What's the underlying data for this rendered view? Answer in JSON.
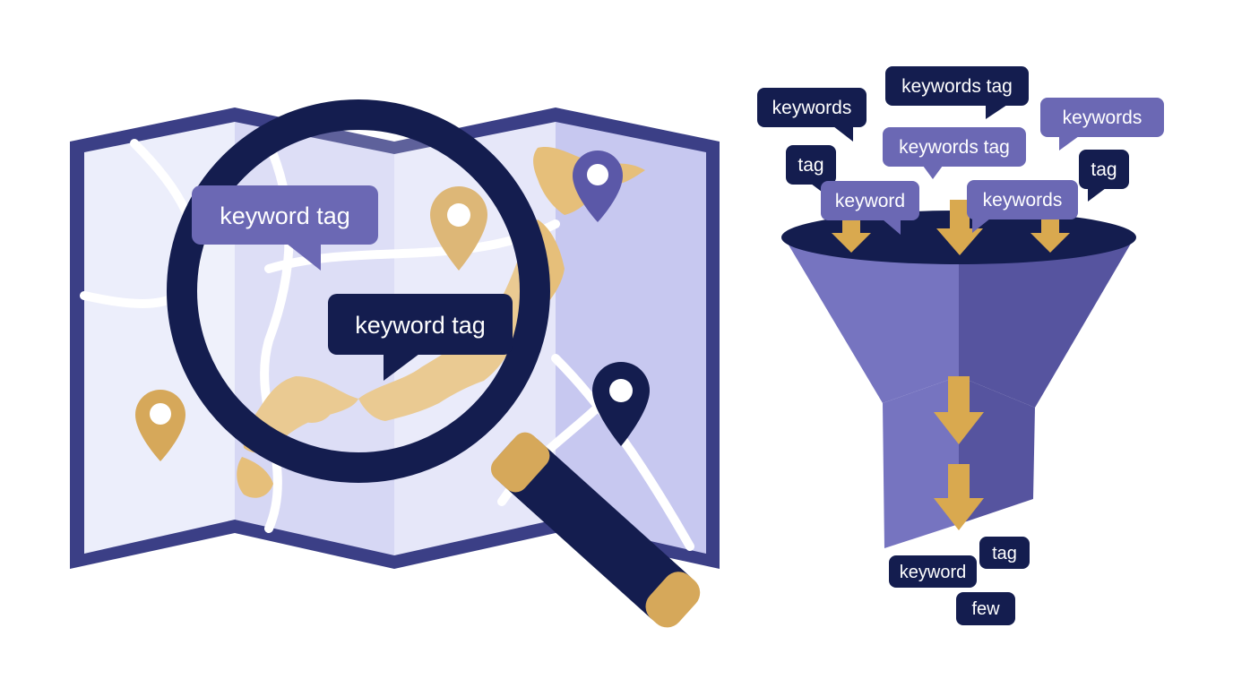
{
  "colors": {
    "navy": "#141d4f",
    "map_border": "#3b3f86",
    "map_panel_light": "#eceefb",
    "map_panel_mid": "#d6d7f4",
    "map_panel_right": "#c7c8f0",
    "land_gold": "#e6bf7a",
    "pin_gold": "#d6a85a",
    "bubble_purple": "#6b68b4",
    "funnel_left": "#7674c0",
    "funnel_right": "#56549f",
    "arrow_gold": "#d9a94f"
  },
  "map": {
    "icon": "folded-map-icon",
    "magnifier_icon": "magnifier-icon",
    "pin_icon": "location-pin-icon",
    "bubbles": [
      {
        "text": "keyword tag",
        "style": "purple"
      },
      {
        "text": "keyword tag",
        "style": "navy"
      }
    ]
  },
  "funnel": {
    "icon": "funnel-icon",
    "arrow_icon": "down-arrow-icon",
    "input_tags": [
      {
        "text": "keywords",
        "style": "navy"
      },
      {
        "text": "keywords tag",
        "style": "navy"
      },
      {
        "text": "keywords",
        "style": "purple"
      },
      {
        "text": "tag",
        "style": "navy"
      },
      {
        "text": "keywords tag",
        "style": "purple"
      },
      {
        "text": "tag",
        "style": "navy"
      },
      {
        "text": "keyword",
        "style": "purple"
      },
      {
        "text": "keywords",
        "style": "purple"
      }
    ],
    "output_tags": [
      {
        "text": "tag",
        "style": "navy"
      },
      {
        "text": "keyword",
        "style": "navy"
      },
      {
        "text": "few",
        "style": "navy"
      }
    ]
  }
}
